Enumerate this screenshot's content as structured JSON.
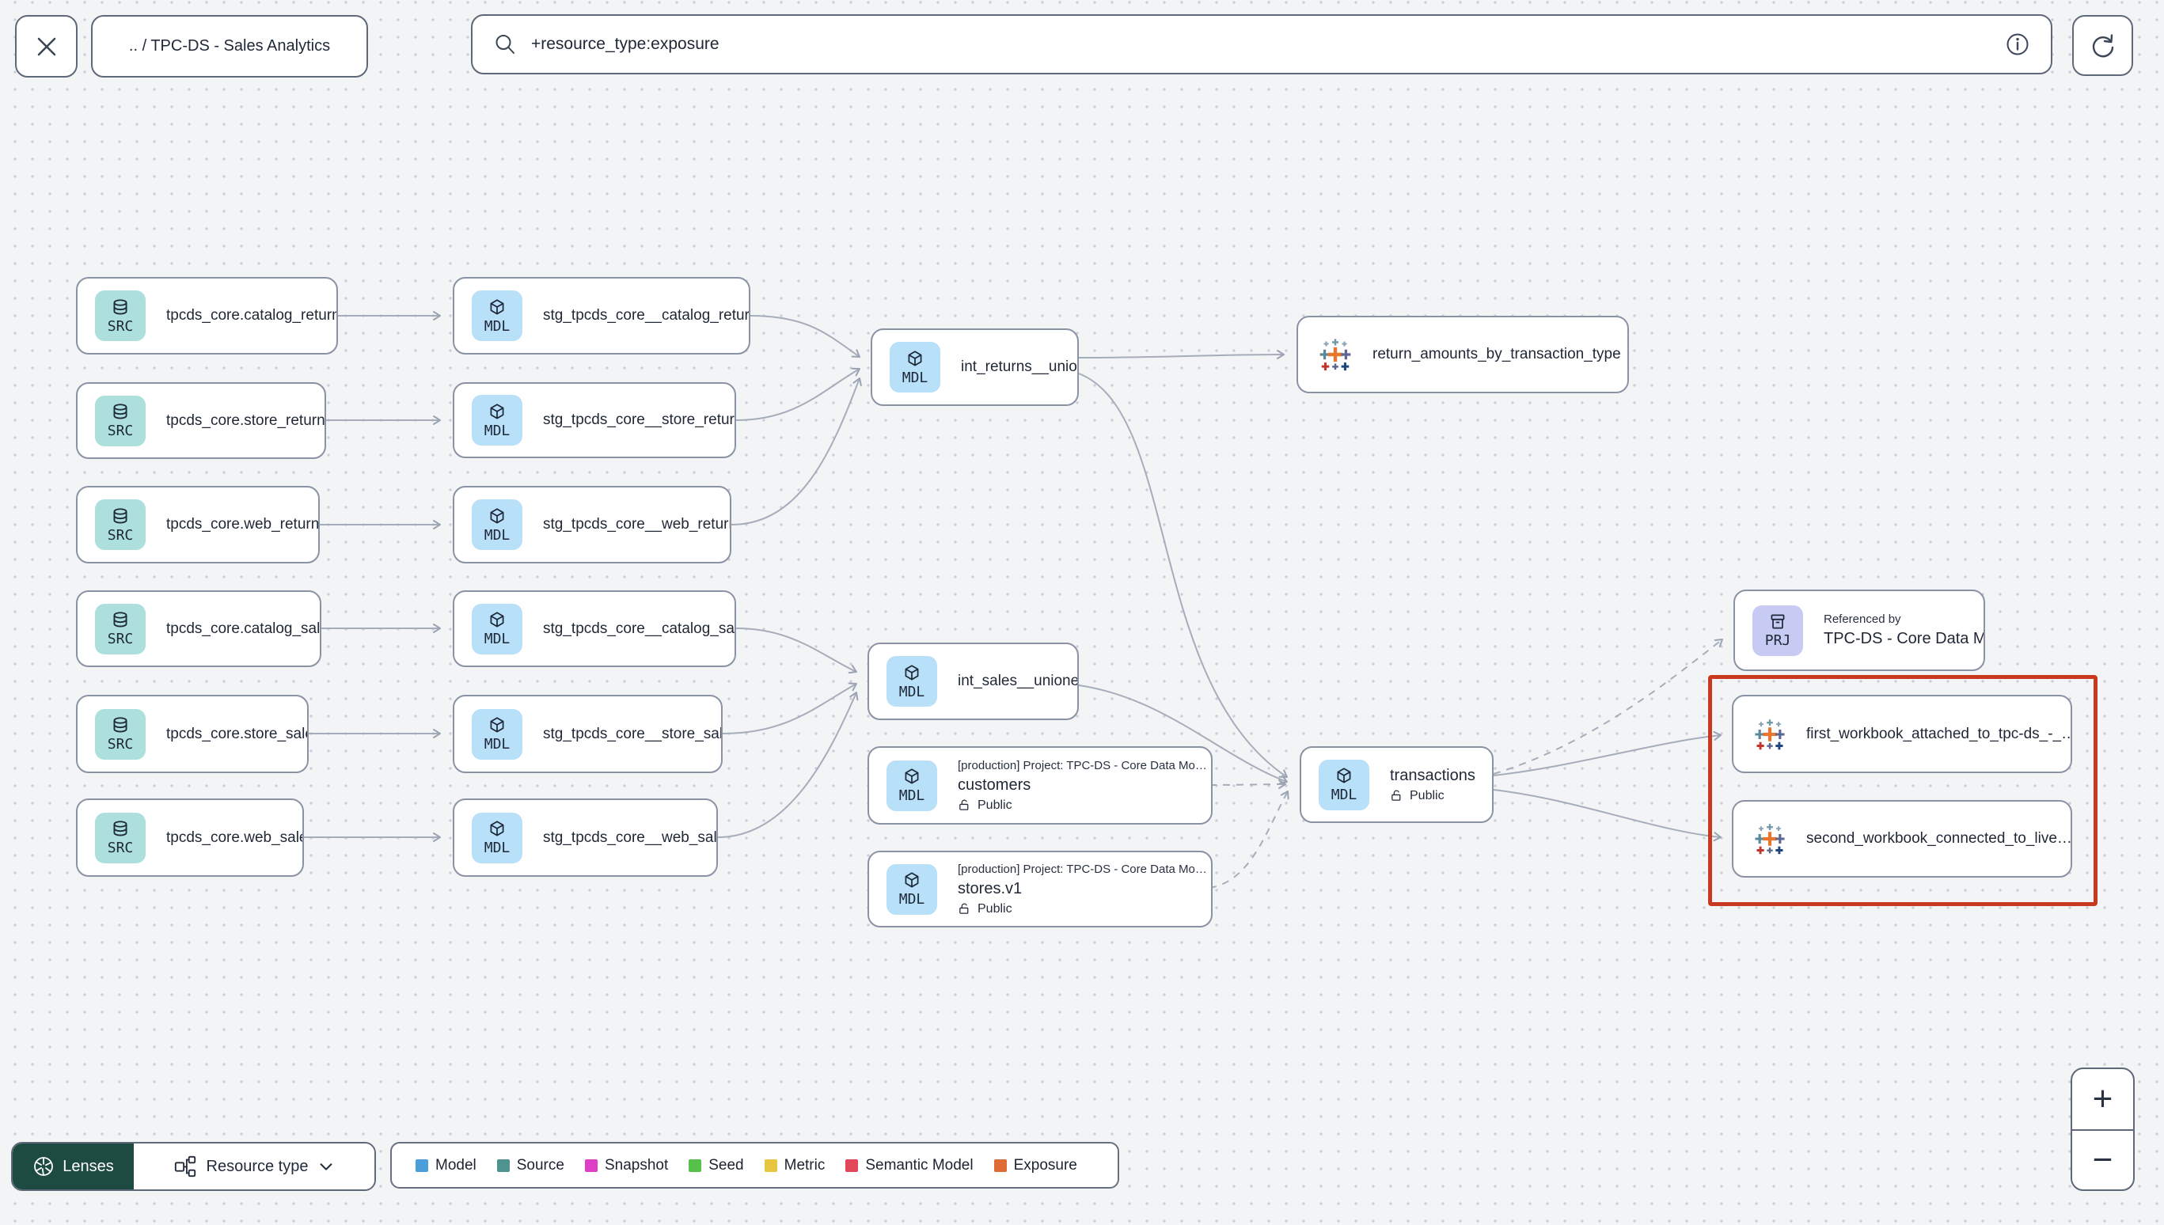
{
  "header": {
    "breadcrumb": ".. / TPC-DS - Sales Analytics",
    "search": {
      "value": "+resource_type:exposure"
    }
  },
  "graph": {
    "nodes": [
      {
        "type": "source",
        "badge": "SRC",
        "label": "tpcds_core.catalog_returns"
      },
      {
        "type": "source",
        "badge": "SRC",
        "label": "tpcds_core.store_returns"
      },
      {
        "type": "source",
        "badge": "SRC",
        "label": "tpcds_core.web_returns"
      },
      {
        "type": "source",
        "badge": "SRC",
        "label": "tpcds_core.catalog_sales"
      },
      {
        "type": "source",
        "badge": "SRC",
        "label": "tpcds_core.store_sales"
      },
      {
        "type": "source",
        "badge": "SRC",
        "label": "tpcds_core.web_sales"
      },
      {
        "type": "model",
        "badge": "MDL",
        "label": "stg_tpcds_core__catalog_returns"
      },
      {
        "type": "model",
        "badge": "MDL",
        "label": "stg_tpcds_core__store_returns"
      },
      {
        "type": "model",
        "badge": "MDL",
        "label": "stg_tpcds_core__web_returns"
      },
      {
        "type": "model",
        "badge": "MDL",
        "label": "stg_tpcds_core__catalog_sales"
      },
      {
        "type": "model",
        "badge": "MDL",
        "label": "stg_tpcds_core__store_sales"
      },
      {
        "type": "model",
        "badge": "MDL",
        "label": "stg_tpcds_core__web_sales"
      },
      {
        "type": "model",
        "badge": "MDL",
        "label": "int_returns__unioned"
      },
      {
        "type": "model",
        "badge": "MDL",
        "label": "int_sales__unioned"
      },
      {
        "type": "model",
        "badge": "MDL",
        "project_label": "[production] Project: TPC-DS - Core Data Mo…",
        "label": "customers",
        "visibility": "Public"
      },
      {
        "type": "model",
        "badge": "MDL",
        "project_label": "[production] Project: TPC-DS - Core Data Mo…",
        "label": "stores.v1",
        "visibility": "Public"
      },
      {
        "type": "model",
        "badge": "MDL",
        "label": "transactions",
        "visibility": "Public"
      },
      {
        "type": "exposure",
        "label": "return_amounts_by_transaction_type"
      },
      {
        "type": "project",
        "badge": "PRJ",
        "ref_label": "Referenced by",
        "label": "TPC-DS - Core Data Models"
      },
      {
        "type": "exposure",
        "label": "first_workbook_attached_to_tpc-ds_-_…"
      },
      {
        "type": "exposure",
        "label": "second_workbook_connected_to_live…"
      }
    ]
  },
  "footer": {
    "lenses_label": "Lenses",
    "resource_type_label": "Resource type",
    "legend": [
      {
        "label": "Model",
        "color": "#4a9eda"
      },
      {
        "label": "Source",
        "color": "#4f9390"
      },
      {
        "label": "Snapshot",
        "color": "#de3fc6"
      },
      {
        "label": "Seed",
        "color": "#55c148"
      },
      {
        "label": "Metric",
        "color": "#e6c63f"
      },
      {
        "label": "Semantic Model",
        "color": "#e2475a"
      },
      {
        "label": "Exposure",
        "color": "#de6b35"
      }
    ]
  },
  "zoom": {
    "in": "+",
    "out": "−"
  },
  "colors": {
    "highlight_red": "#c83a20",
    "chip_source_bg": "#ade0dd",
    "chip_model_bg": "#b9e0f9",
    "chip_project_bg": "#c7cbf3",
    "lenses_bg": "#1e4b41",
    "edge": "#a6adba"
  }
}
